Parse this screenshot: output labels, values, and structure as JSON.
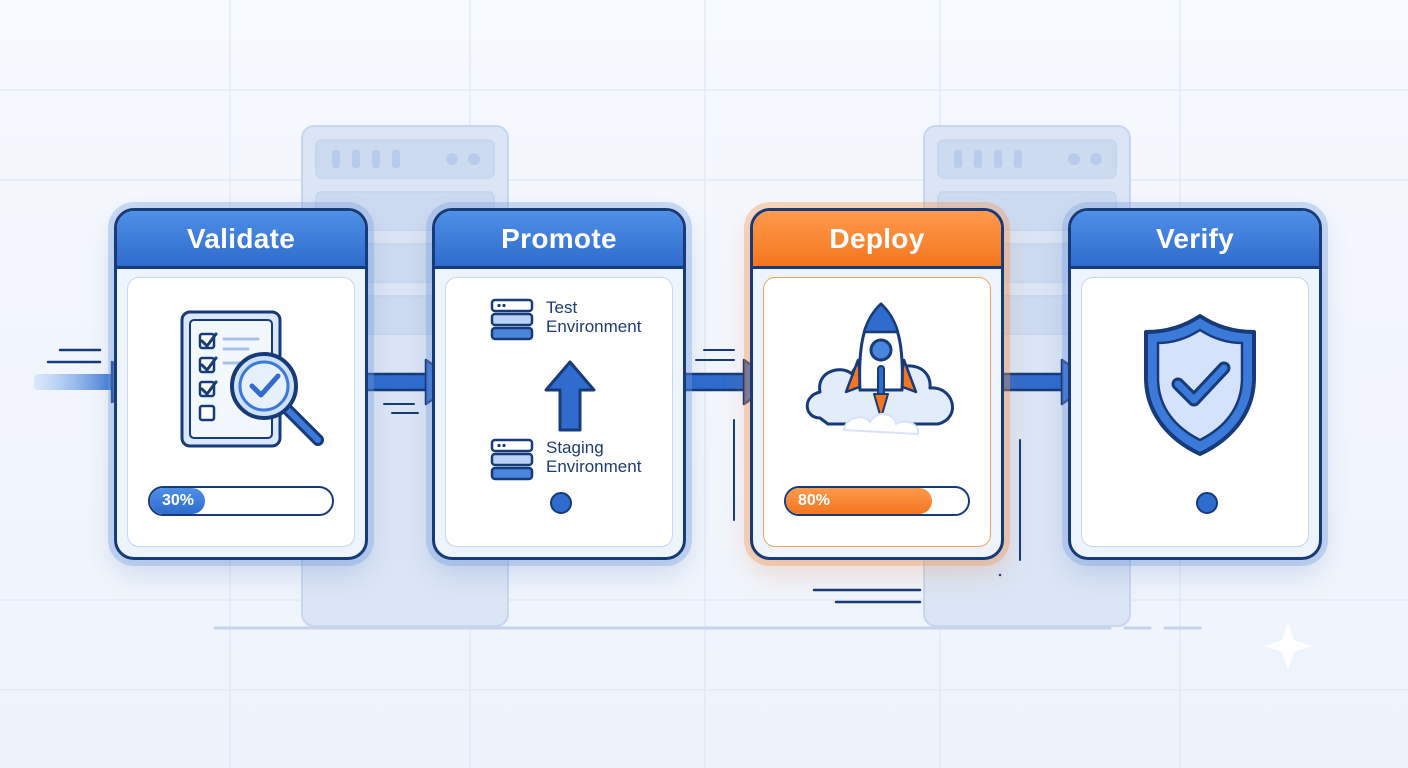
{
  "pipeline": {
    "stages": [
      {
        "title": "Validate",
        "progress_label": "30%",
        "progress_value": 0.3
      },
      {
        "title": "Promote"
      },
      {
        "title": "Deploy",
        "progress_label": "80%",
        "progress_value": 0.8
      },
      {
        "title": "Verify"
      }
    ],
    "promote": {
      "test_env": "Test\nEnvironment",
      "staging_env": "Staging\nEnvironment"
    }
  },
  "colors": {
    "primary_blue": "#2f6ccd",
    "accent_orange": "#f4761f",
    "outline": "#173a78"
  }
}
